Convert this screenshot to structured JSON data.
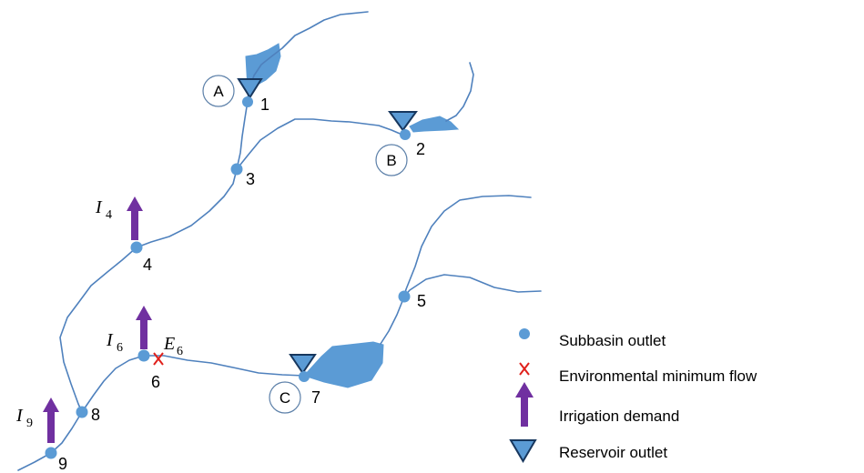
{
  "nodes": [
    {
      "id": "1",
      "label": "1"
    },
    {
      "id": "2",
      "label": "2"
    },
    {
      "id": "3",
      "label": "3"
    },
    {
      "id": "4",
      "label": "4"
    },
    {
      "id": "5",
      "label": "5"
    },
    {
      "id": "6",
      "label": "6"
    },
    {
      "id": "7",
      "label": "7"
    },
    {
      "id": "8",
      "label": "8"
    },
    {
      "id": "9",
      "label": "9"
    }
  ],
  "reservoirs": [
    {
      "id": "A",
      "label": "A"
    },
    {
      "id": "B",
      "label": "B"
    },
    {
      "id": "C",
      "label": "C"
    }
  ],
  "demands": {
    "I4": {
      "base": "I",
      "sub": "4"
    },
    "I6": {
      "base": "I",
      "sub": "6"
    },
    "I9": {
      "base": "I",
      "sub": "9"
    },
    "E6": {
      "base": "E",
      "sub": "6"
    }
  },
  "legend": {
    "subbasin_outlet": "Subbasin outlet",
    "environmental_minimum_flow": "Environmental minimum flow",
    "irrigation_demand": "Irrigation demand",
    "reservoir_outlet": "Reservoir outlet"
  },
  "colors": {
    "river": "#4f81bd",
    "node": "#5b9bd5",
    "irrigation_arrow": "#7030a0",
    "environmental_marker": "#e0201b",
    "reservoir_triangle_border": "#17375e"
  },
  "icons": {
    "subbasin_outlet": "dot-icon",
    "environmental_minimum_flow": "x-mark-icon",
    "irrigation_demand": "up-arrow-icon",
    "reservoir_outlet": "down-triangle-icon"
  }
}
